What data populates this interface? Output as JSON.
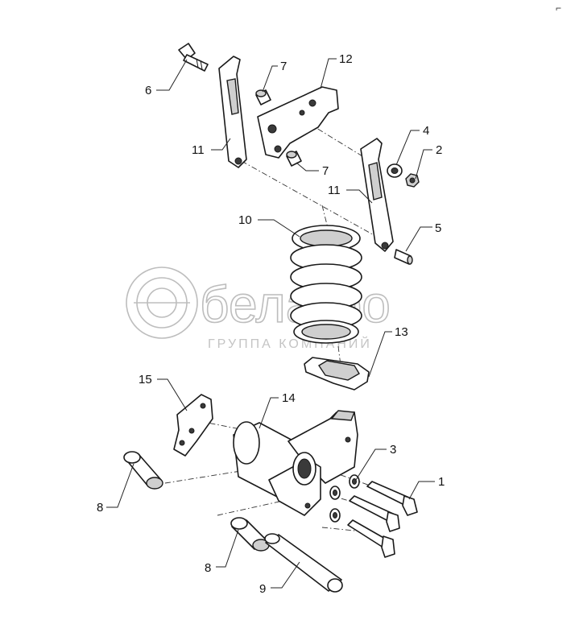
{
  "corner_mark": "⌐",
  "watermark": {
    "brand": "белагро",
    "subtitle": "ГРУППА КОМПАНИЙ"
  },
  "callouts": [
    {
      "id": "c1",
      "label": "1"
    },
    {
      "id": "c2",
      "label": "2"
    },
    {
      "id": "c3",
      "label": "3"
    },
    {
      "id": "c4",
      "label": "4"
    },
    {
      "id": "c5",
      "label": "5"
    },
    {
      "id": "c6",
      "label": "6"
    },
    {
      "id": "c7a",
      "label": "7"
    },
    {
      "id": "c7b",
      "label": "7"
    },
    {
      "id": "c8a",
      "label": "8"
    },
    {
      "id": "c8b",
      "label": "8"
    },
    {
      "id": "c9",
      "label": "9"
    },
    {
      "id": "c10",
      "label": "10"
    },
    {
      "id": "c11a",
      "label": "11"
    },
    {
      "id": "c11b",
      "label": "11"
    },
    {
      "id": "c12",
      "label": "12"
    },
    {
      "id": "c13",
      "label": "13"
    },
    {
      "id": "c14",
      "label": "14"
    },
    {
      "id": "c15",
      "label": "15"
    }
  ]
}
